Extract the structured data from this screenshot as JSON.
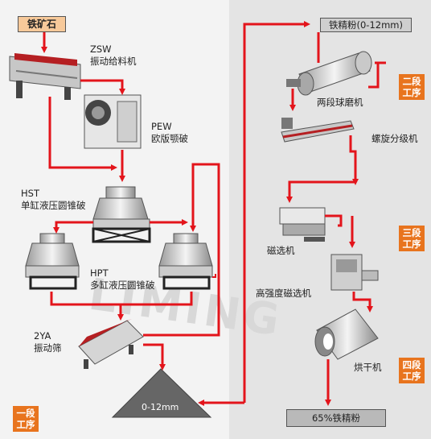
{
  "raw_material": "铁矿石",
  "zsw": {
    "code": "ZSW",
    "name": "振动给料机"
  },
  "pew": {
    "code": "PEW",
    "name": "欧版颚破"
  },
  "hst": {
    "code": "HST",
    "name": "单缸液压圆锥破"
  },
  "hpt": {
    "code": "HPT",
    "name": "多缸液压圆锥破"
  },
  "screen": {
    "code": "2YA",
    "name": "振动筛"
  },
  "pile_label": "0-12mm",
  "concentrate_top": "铁精粉(0-12mm)",
  "ball_mill": "两段球磨机",
  "classifier": "螺旋分级机",
  "magnetic_separator": "磁选机",
  "high_intensity_separator": "高强度磁选机",
  "dryer": "烘干机",
  "final_product": "65%铁精粉",
  "stages": {
    "one": [
      "一段",
      "工序"
    ],
    "two": [
      "二段",
      "工序"
    ],
    "three": [
      "三段",
      "工序"
    ],
    "four": [
      "四段",
      "工序"
    ]
  },
  "colors": {
    "arrow": "#e3141b",
    "stage": "#e8741e",
    "feed_box": "#f7c99a"
  }
}
